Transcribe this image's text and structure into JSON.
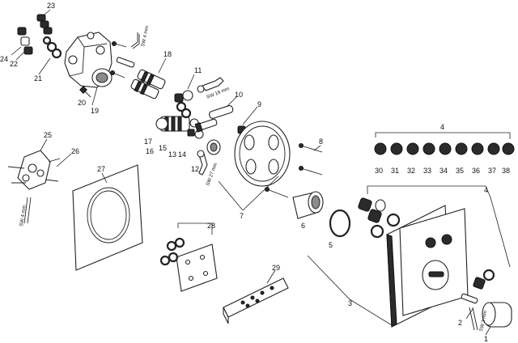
{
  "labels": {
    "l1": "1",
    "l2": "2",
    "l3": "3",
    "l4a": "4",
    "l4b": "4",
    "l5": "5",
    "l6": "6",
    "l7": "7",
    "l8": "8",
    "l9": "9",
    "l10": "10",
    "l11": "11",
    "l12": "12",
    "l13": "13",
    "l14": "14",
    "l15": "15",
    "l16": "16",
    "l17": "17",
    "l18": "18",
    "l19": "19",
    "l20": "20",
    "l21": "21",
    "l22": "22",
    "l23": "23",
    "l24": "24",
    "l25": "25",
    "l26": "26",
    "l27": "27",
    "l28": "28",
    "l29": "29",
    "l30": "30",
    "l31": "31",
    "l32": "32",
    "l33": "33",
    "l34": "34",
    "l35": "35",
    "l36": "36",
    "l37": "37",
    "l38": "38"
  },
  "tool_labels": {
    "sw4_top": "SW 4 mm",
    "sw19": "SW 19 mm",
    "sw27": "SW 27 mm",
    "sw4_left": "SW 4 mm",
    "sw3": "SW 3 mm"
  }
}
